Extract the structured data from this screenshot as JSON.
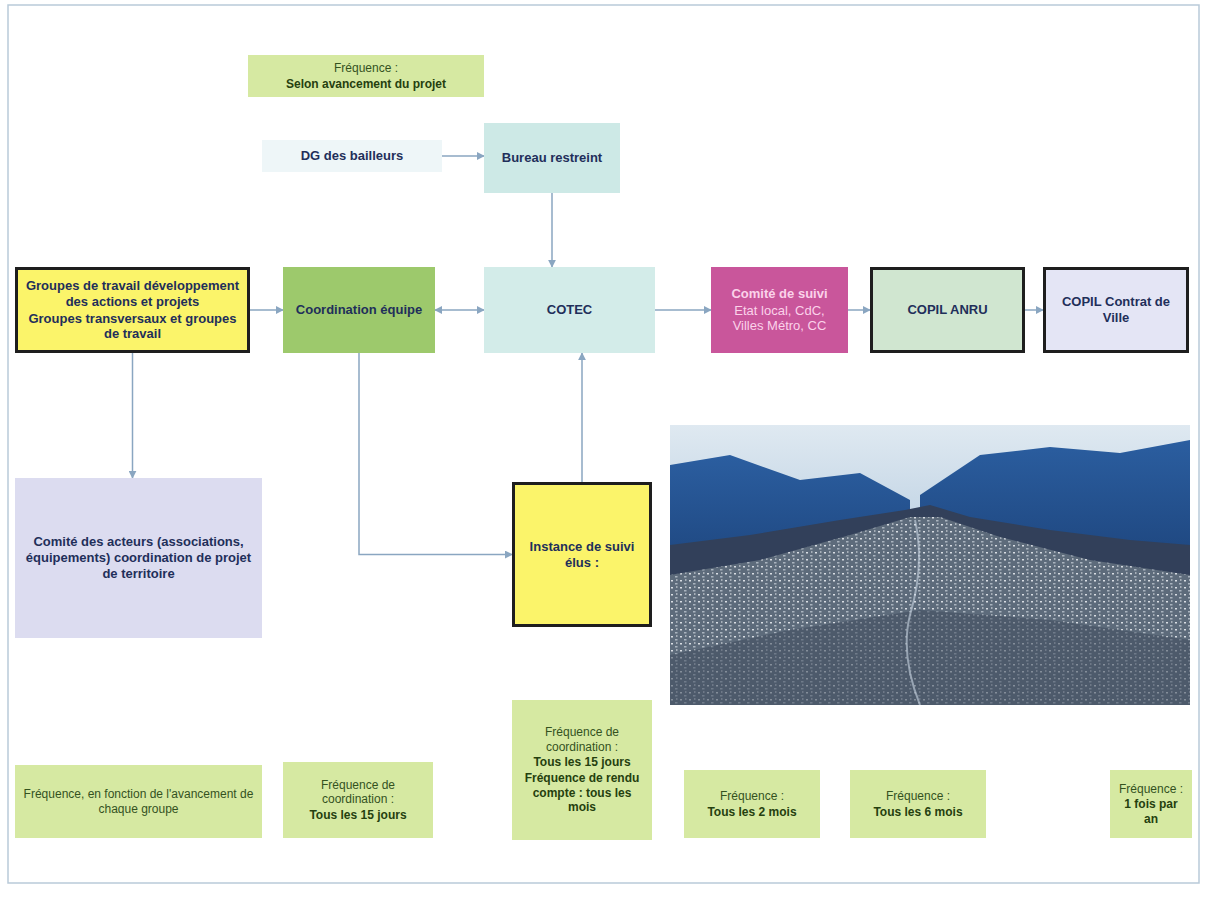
{
  "diagram": {
    "nodes": [
      {
        "text": [
          "Fréquence :",
          "Selon avancement du projet"
        ]
      },
      {
        "text": [
          "DG des bailleurs"
        ]
      },
      {
        "text": [
          "Bureau restreint"
        ]
      },
      {
        "text": [
          "Groupes de travail développement des actions et projets",
          "Groupes transversaux et groupes de travail"
        ]
      },
      {
        "text": [
          "Coordination équipe"
        ]
      },
      {
        "text": [
          "COTEC"
        ]
      },
      {
        "text": [
          "Comité de suivi",
          "Etat local, CdC, Villes Métro, CC"
        ]
      },
      {
        "text": [
          "COPIL ANRU"
        ]
      },
      {
        "text": [
          "COPIL Contrat de Ville"
        ]
      },
      {
        "text": [
          "Comité des acteurs (associations, équipements) coordination de projet de territoire"
        ]
      },
      {
        "text": [
          "Instance de suivi élus :"
        ]
      },
      {
        "text": [
          "Fréquence, en fonction de l'avancement de chaque groupe"
        ]
      },
      {
        "text": [
          "Fréquence de coordination :",
          "Tous les 15 jours"
        ]
      },
      {
        "text": [
          "Fréquence de coordination :",
          "Tous les 15 jours",
          "Fréquence de rendu compte : tous les mois"
        ]
      },
      {
        "text": [
          "Fréquence :",
          "Tous les 2 mois"
        ]
      },
      {
        "text": [
          "Fréquence :",
          "Tous les 6 mois"
        ]
      },
      {
        "text": [
          "Fréquence :",
          "1 fois par an"
        ]
      }
    ],
    "edges": [
      {
        "from": 1,
        "to": 2,
        "arrow": "to"
      },
      {
        "from": 2,
        "to": 5,
        "arrow": "to"
      },
      {
        "from": 3,
        "to": 4,
        "arrow": "to"
      },
      {
        "from": 4,
        "to": 5,
        "arrow": "both"
      },
      {
        "from": 5,
        "to": 6,
        "arrow": "to"
      },
      {
        "from": 6,
        "to": 7,
        "arrow": "to"
      },
      {
        "from": 7,
        "to": 8,
        "arrow": "to"
      },
      {
        "from": 3,
        "to": 9,
        "arrow": "to"
      },
      {
        "from": 4,
        "to": 10,
        "arrow": "to"
      },
      {
        "from": 10,
        "to": 5,
        "arrow": "to"
      }
    ]
  }
}
